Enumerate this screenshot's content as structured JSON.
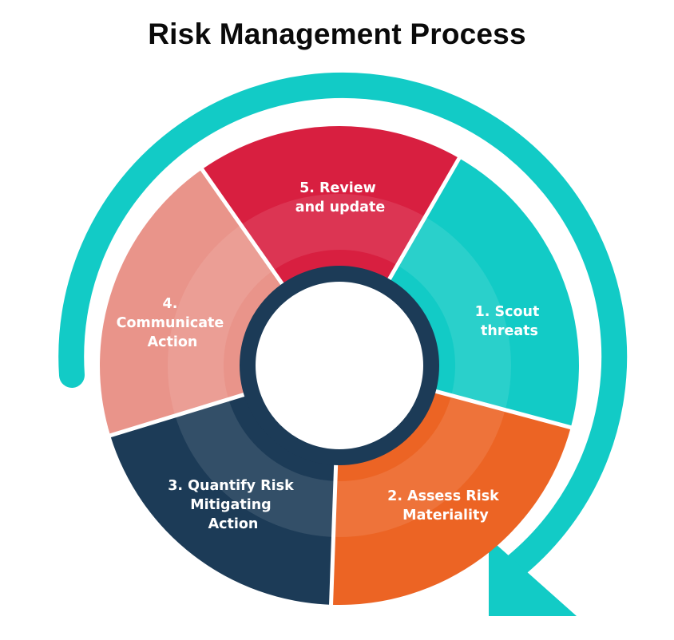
{
  "title": "Risk Management Process",
  "colors": {
    "teal": "#12cbc6",
    "orange": "#ec6424",
    "navy": "#1c3b57",
    "salmon": "#e9948a",
    "crimson": "#d81f40",
    "ring": "#1c3b57",
    "arrow": "#12cbc6"
  },
  "segments": [
    {
      "step": "1",
      "lines": [
        "1. Scout",
        "threats"
      ],
      "color": "#12cbc6"
    },
    {
      "step": "2",
      "lines": [
        "2.  Assess Risk",
        "Materiality"
      ],
      "color": "#ec6424"
    },
    {
      "step": "3",
      "lines": [
        "3. Quantify Risk",
        "Mitigating",
        "Action"
      ],
      "color": "#1c3b57"
    },
    {
      "step": "4",
      "lines": [
        "4.",
        "Communicate",
        "Action"
      ],
      "color": "#e9948a"
    },
    {
      "step": "5",
      "lines": [
        "5.  Review",
        "and update"
      ],
      "color": "#d81f40"
    }
  ]
}
